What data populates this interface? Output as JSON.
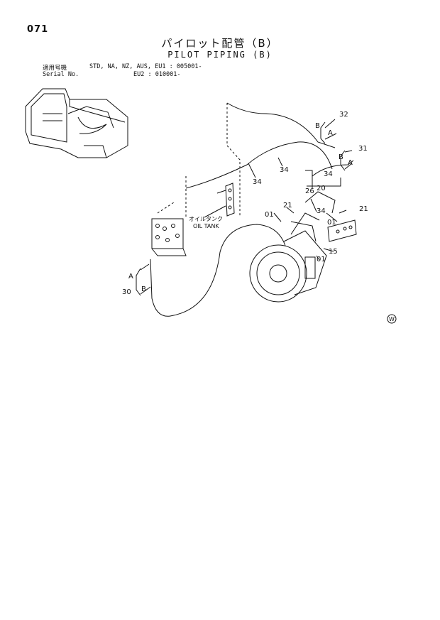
{
  "header": {
    "page_number": "071",
    "title_jp": "パイロット配管（B）",
    "title_en": "PILOT PIPING (B)"
  },
  "applicability": {
    "label_jp": "適用号機",
    "label_en": "Serial No.",
    "models": "STD, NA, NZ, AUS, EU1 : 005001-",
    "eu2": "EU2 : 010001-"
  },
  "callouts": {
    "p32": "32",
    "p31": "31",
    "p34a": "34",
    "p34b": "34",
    "p34c": "34",
    "p34d": "34",
    "p20": "20",
    "p26": "26",
    "p21a": "21",
    "p21b": "21",
    "p01a": "01",
    "p01b": "01",
    "p01c": "01",
    "p15": "15",
    "p30": "30",
    "A1": "A",
    "B1": "B",
    "A2": "A",
    "B2": "B",
    "A3": "A",
    "B3": "B"
  },
  "oil_tank": {
    "jp": "オイルタンク",
    "en": "OIL TANK"
  },
  "mark": "W"
}
